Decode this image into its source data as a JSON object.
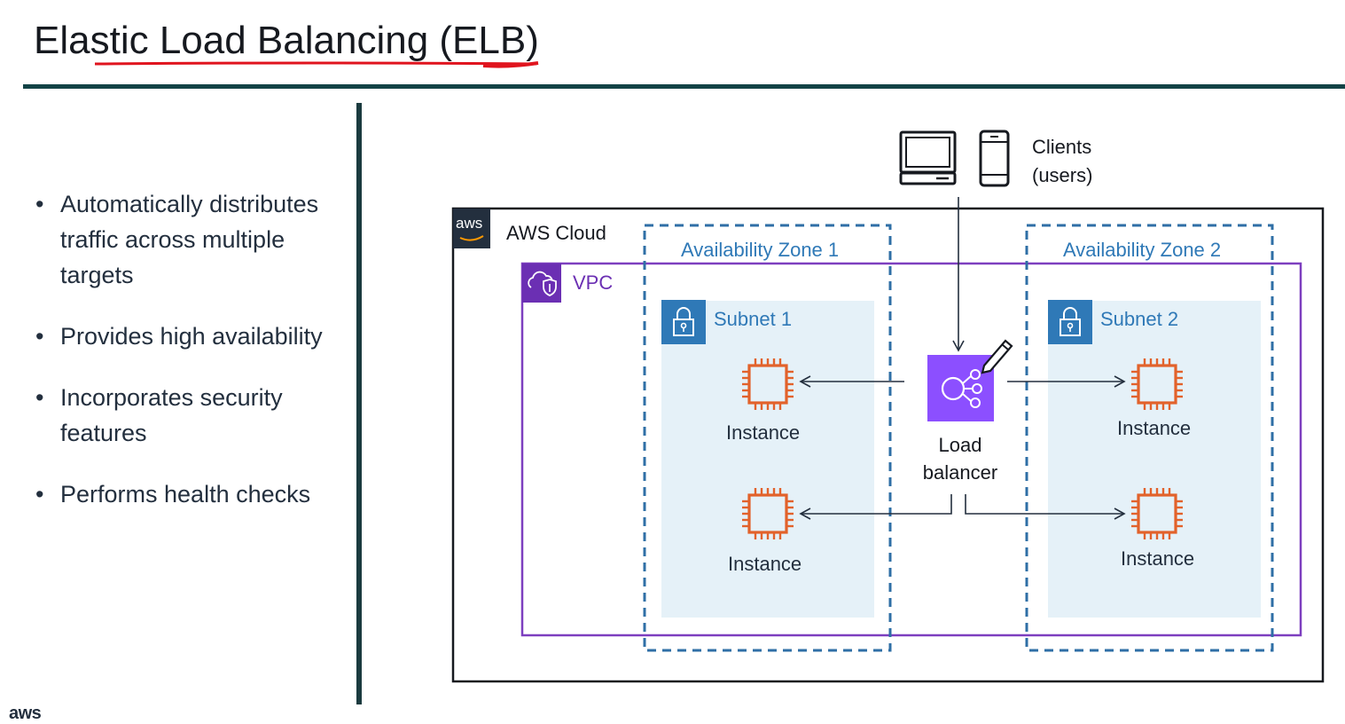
{
  "slide": {
    "title": "Elastic Load Balancing (ELB)",
    "bullets": [
      "Automatically distributes traffic across multiple targets",
      "Provides high availability",
      "Incorporates security features",
      "Performs health checks"
    ],
    "footer_logo": "aws"
  },
  "diagram": {
    "clients_line1": "Clients",
    "clients_line2": "(users)",
    "cloud_badge": "aws",
    "cloud_label": "AWS Cloud",
    "vpc_label": "VPC",
    "az1_label": "Availability Zone 1",
    "az2_label": "Availability Zone 2",
    "subnet1_label": "Subnet 1",
    "subnet2_label": "Subnet 2",
    "instance_label": "Instance",
    "lb_line1": "Load",
    "lb_line2": "balancer"
  },
  "colors": {
    "title_rule": "#134346",
    "vpc": "#7d3fbf",
    "availability_zone": "#2f6fa6",
    "subnet_fill": "#e5f1f8",
    "subnet_icon": "#2f79b7",
    "instance_icon": "#e2622b",
    "load_balancer": "#8c4fff",
    "annotation_underline": "#e0141e"
  },
  "icons": [
    "desktop-icon",
    "mobile-icon",
    "aws-logo-icon",
    "vpc-cloud-icon",
    "lock-icon",
    "ec2-chip-icon",
    "load-balancer-icon",
    "pencil-icon"
  ]
}
